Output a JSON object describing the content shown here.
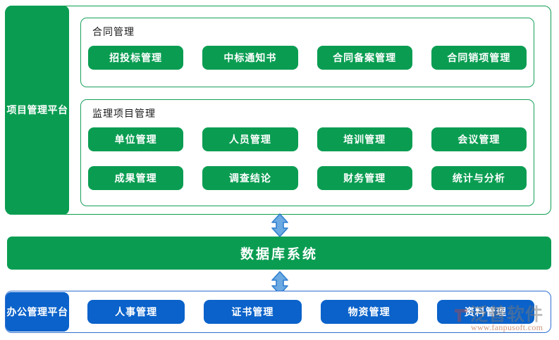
{
  "colors": {
    "green": "#0a9d52",
    "green_border": "#17a05a",
    "blue": "#0a62ca",
    "blue_border": "#2f6fd0",
    "arrow_blue": "#3f88d8",
    "white": "#ffffff"
  },
  "project_platform": {
    "sidebar_label": "项目管理平台",
    "groups": [
      {
        "title": "合同管理",
        "rows": [
          [
            {
              "label": "招投标管理"
            },
            {
              "label": "中标通知书"
            },
            {
              "label": "合同备案管理"
            },
            {
              "label": "合同销项管理"
            }
          ]
        ]
      },
      {
        "title": "监理项目管理",
        "rows": [
          [
            {
              "label": "单位管理"
            },
            {
              "label": "人员管理"
            },
            {
              "label": "培训管理"
            },
            {
              "label": "会议管理"
            }
          ],
          [
            {
              "label": "成果管理"
            },
            {
              "label": "调查结论"
            },
            {
              "label": "财务管理"
            },
            {
              "label": "统计与分析"
            }
          ]
        ]
      }
    ]
  },
  "database": {
    "label": "数据库系统"
  },
  "office_platform": {
    "sidebar_label": "办公管理平台",
    "items": [
      {
        "label": "人事管理"
      },
      {
        "label": "证书管理"
      },
      {
        "label": "物资管理"
      },
      {
        "label": "资料管理"
      }
    ]
  },
  "connectors": {
    "top_arrow": "double-headed-vertical-arrow",
    "bottom_arrow": "double-headed-vertical-arrow"
  },
  "watermark": {
    "brand": "泛普软件",
    "url": "www.fanpusoft.com"
  }
}
